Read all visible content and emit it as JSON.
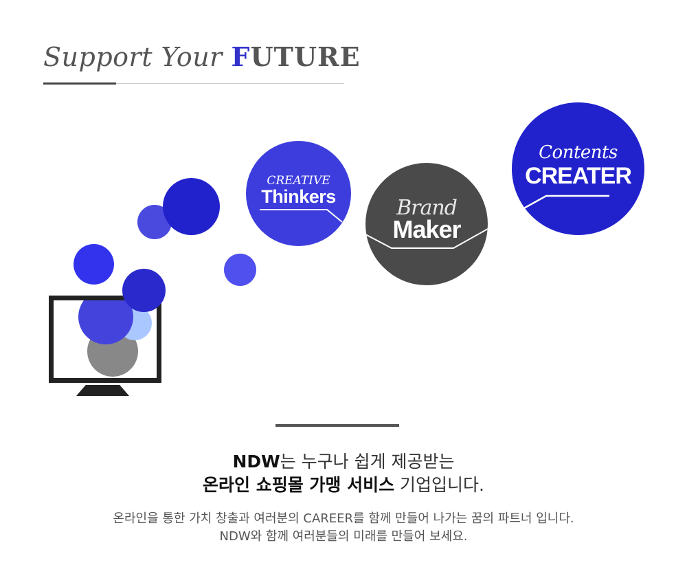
{
  "header": {
    "title_light": "Support Your",
    "title_accent_first": "F",
    "title_accent_rest": "UTURE"
  },
  "bubbles": {
    "creative": {
      "line1": "CREATIVE",
      "line2": "Thinkers"
    },
    "brand": {
      "line1": "Brand",
      "line2": "Maker"
    },
    "contents": {
      "line1": "Contents",
      "line2": "CREATER"
    }
  },
  "headline": {
    "line1_bold": "NDW",
    "line1_rest": "는 누구나 쉽게 제공받는",
    "line2_bold": "온라인 쇼핑몰 가맹 서비스",
    "line2_rest": " 기업입니다."
  },
  "description": {
    "line1": "온라인을 통한 가치 창출과 여러분의 CAREER를 함께 만들어 나가는 꿈의 파트너 입니다.",
    "line2": "NDW와 함께 여러분들의 미래를 만들어 보세요."
  },
  "colors": {
    "accent_blue": "#3333cc",
    "dark_gray": "#4a4a4a",
    "deep_blue": "#2222cc"
  }
}
